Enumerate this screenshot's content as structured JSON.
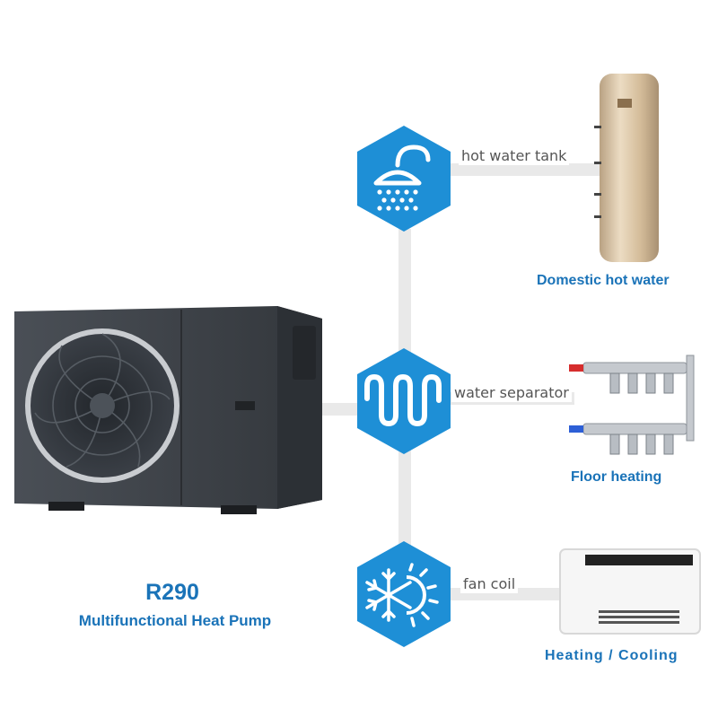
{
  "product": {
    "model": "R290",
    "name": "Multifunctional Heat Pump"
  },
  "applications": [
    {
      "connector_label": "hot water tank",
      "caption": "Domestic hot water",
      "icon": "shower-head-icon"
    },
    {
      "connector_label": "water separator",
      "caption": "Floor heating",
      "icon": "floor-heating-coil-icon"
    },
    {
      "connector_label": "fan coil",
      "caption": "Heating / Cooling",
      "icon": "snowflake-sun-icon"
    }
  ],
  "colors": {
    "accent_blue": "#1a73b8",
    "hex_blue": "#1e8fd6",
    "unit_dark": "#3c4046",
    "pipe": "#e9e9e9",
    "tank_gold": "#d8c2a0"
  }
}
